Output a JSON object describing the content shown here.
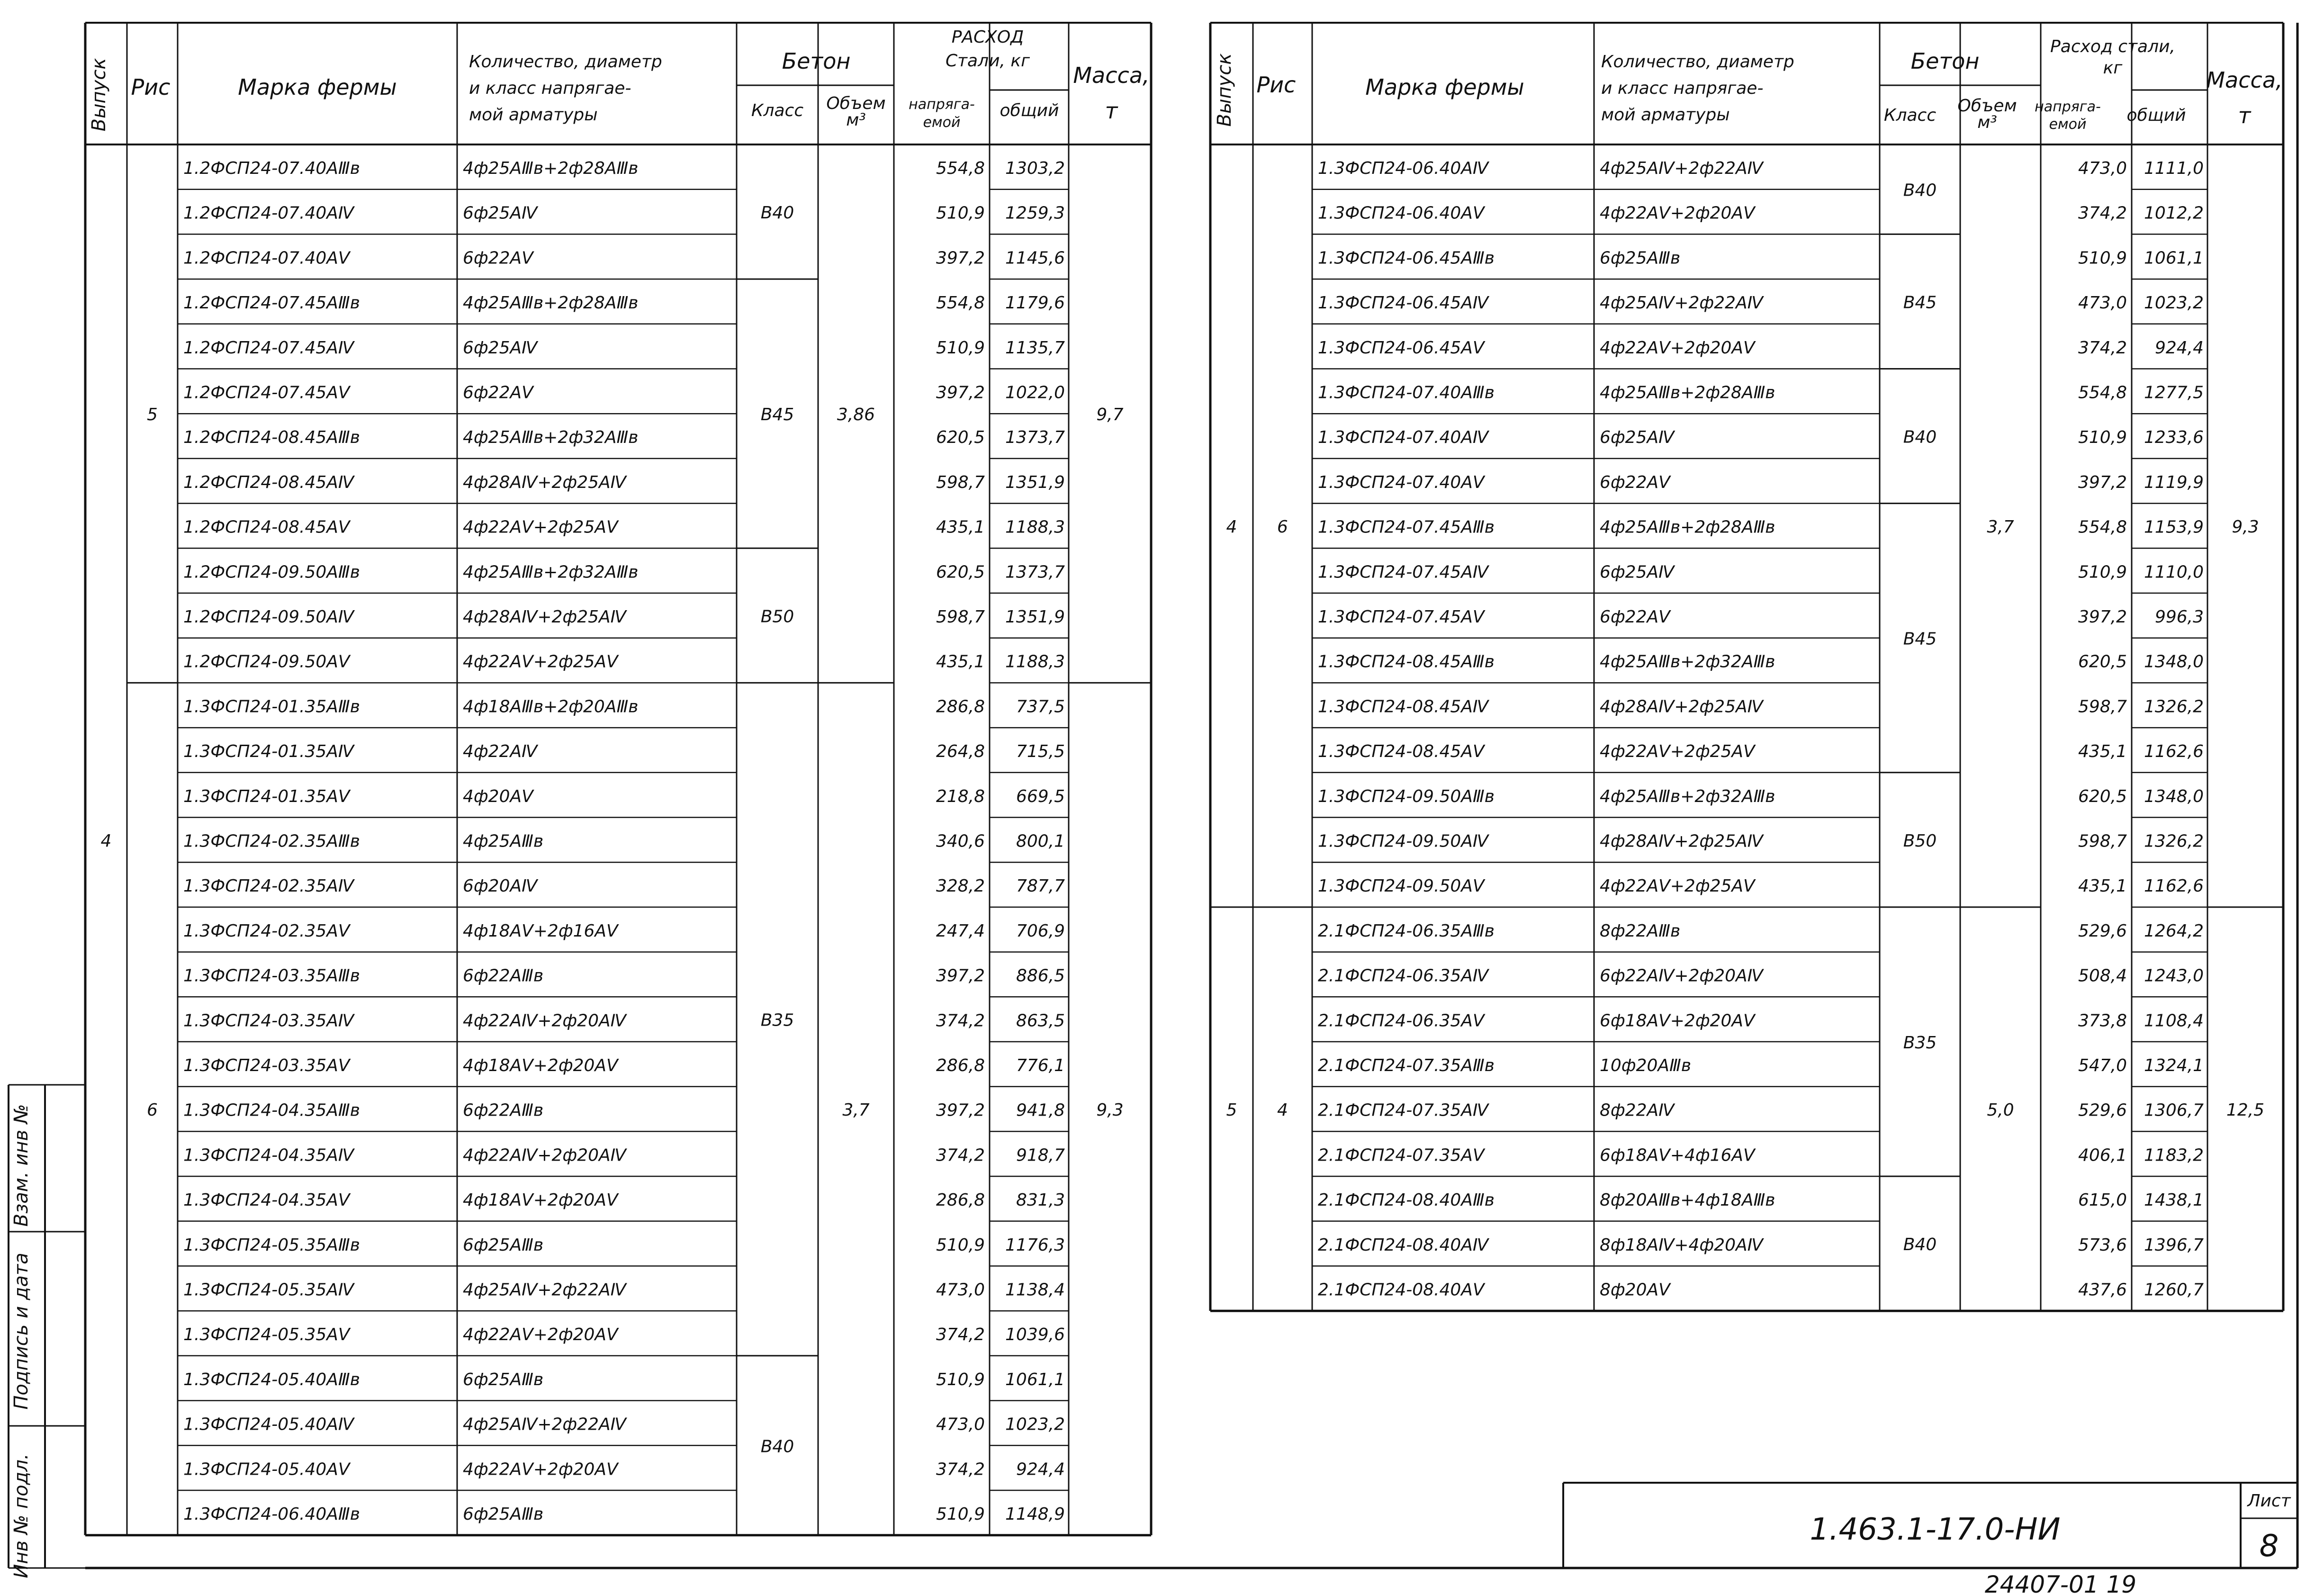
{
  "left_table": {
    "headers": {
      "release": "Выпуск",
      "fig": "Рис",
      "mark": "Марка фермы",
      "reinf": [
        "Количество, диаметр",
        "и класс напрягае-",
        "мой арматуры"
      ],
      "concrete": "Бетон",
      "concrete_class": "Класс",
      "concrete_volume": [
        "Объем",
        "м³"
      ],
      "steel": [
        "РАСХОД",
        "Стали, кг"
      ],
      "steel_prestressed": [
        "напряга-",
        "емой"
      ],
      "steel_total": "общий",
      "mass": [
        "Масса,",
        "т"
      ]
    },
    "release_value": "4",
    "groups": [
      {
        "fig": "5",
        "volume": "3,86",
        "mass": "9,7"
      },
      {
        "fig": "6",
        "volume": "3,7",
        "mass": "9,3"
      }
    ],
    "class_spans": [
      {
        "label": "В40"
      },
      {
        "label": "В45"
      },
      {
        "label": "В50"
      },
      {
        "label": "В35"
      },
      {
        "label": "В40"
      }
    ],
    "rows": [
      {
        "mark": "1.2ФСП24-07.40АⅢв",
        "reinf": "4ф25АⅢв+2ф28АⅢв",
        "pre": "554,8",
        "total": "1303,2"
      },
      {
        "mark": "1.2ФСП24-07.40АⅣ",
        "reinf": "6ф25АⅣ",
        "pre": "510,9",
        "total": "1259,3"
      },
      {
        "mark": "1.2ФСП24-07.40АⅤ",
        "reinf": "6ф22АⅤ",
        "pre": "397,2",
        "total": "1145,6"
      },
      {
        "mark": "1.2ФСП24-07.45АⅢв",
        "reinf": "4ф25АⅢв+2ф28АⅢв",
        "pre": "554,8",
        "total": "1179,6"
      },
      {
        "mark": "1.2ФСП24-07.45АⅣ",
        "reinf": "6ф25АⅣ",
        "pre": "510,9",
        "total": "1135,7"
      },
      {
        "mark": "1.2ФСП24-07.45АⅤ",
        "reinf": "6ф22АⅤ",
        "pre": "397,2",
        "total": "1022,0"
      },
      {
        "mark": "1.2ФСП24-08.45АⅢв",
        "reinf": "4ф25АⅢв+2ф32АⅢв",
        "pre": "620,5",
        "total": "1373,7"
      },
      {
        "mark": "1.2ФСП24-08.45АⅣ",
        "reinf": "4ф28АⅣ+2ф25АⅣ",
        "pre": "598,7",
        "total": "1351,9"
      },
      {
        "mark": "1.2ФСП24-08.45АⅤ",
        "reinf": "4ф22АⅤ+2ф25АⅤ",
        "pre": "435,1",
        "total": "1188,3"
      },
      {
        "mark": "1.2ФСП24-09.50АⅢв",
        "reinf": "4ф25АⅢв+2ф32АⅢв",
        "pre": "620,5",
        "total": "1373,7"
      },
      {
        "mark": "1.2ФСП24-09.50АⅣ",
        "reinf": "4ф28АⅣ+2ф25АⅣ",
        "pre": "598,7",
        "total": "1351,9"
      },
      {
        "mark": "1.2ФСП24-09.50АⅤ",
        "reinf": "4ф22АⅤ+2ф25АⅤ",
        "pre": "435,1",
        "total": "1188,3"
      },
      {
        "mark": "1.3ФСП24-01.35АⅢв",
        "reinf": "4ф18АⅢв+2ф20АⅢв",
        "pre": "286,8",
        "total": "737,5"
      },
      {
        "mark": "1.3ФСП24-01.35АⅣ",
        "reinf": "4ф22АⅣ",
        "pre": "264,8",
        "total": "715,5"
      },
      {
        "mark": "1.3ФСП24-01.35АⅤ",
        "reinf": "4ф20АⅤ",
        "pre": "218,8",
        "total": "669,5"
      },
      {
        "mark": "1.3ФСП24-02.35АⅢв",
        "reinf": "4ф25АⅢв",
        "pre": "340,6",
        "total": "800,1"
      },
      {
        "mark": "1.3ФСП24-02.35АⅣ",
        "reinf": "6ф20АⅣ",
        "pre": "328,2",
        "total": "787,7"
      },
      {
        "mark": "1.3ФСП24-02.35АⅤ",
        "reinf": "4ф18АⅤ+2ф16АⅤ",
        "pre": "247,4",
        "total": "706,9"
      },
      {
        "mark": "1.3ФСП24-03.35АⅢв",
        "reinf": "6ф22АⅢв",
        "pre": "397,2",
        "total": "886,5"
      },
      {
        "mark": "1.3ФСП24-03.35АⅣ",
        "reinf": "4ф22АⅣ+2ф20АⅣ",
        "pre": "374,2",
        "total": "863,5"
      },
      {
        "mark": "1.3ФСП24-03.35АⅤ",
        "reinf": "4ф18АⅤ+2ф20АⅤ",
        "pre": "286,8",
        "total": "776,1"
      },
      {
        "mark": "1.3ФСП24-04.35АⅢв",
        "reinf": "6ф22АⅢв",
        "pre": "397,2",
        "total": "941,8"
      },
      {
        "mark": "1.3ФСП24-04.35АⅣ",
        "reinf": "4ф22АⅣ+2ф20АⅣ",
        "pre": "374,2",
        "total": "918,7"
      },
      {
        "mark": "1.3ФСП24-04.35АⅤ",
        "reinf": "4ф18АⅤ+2ф20АⅤ",
        "pre": "286,8",
        "total": "831,3"
      },
      {
        "mark": "1.3ФСП24-05.35АⅢв",
        "reinf": "6ф25АⅢв",
        "pre": "510,9",
        "total": "1176,3"
      },
      {
        "mark": "1.3ФСП24-05.35АⅣ",
        "reinf": "4ф25АⅣ+2ф22АⅣ",
        "pre": "473,0",
        "total": "1138,4"
      },
      {
        "mark": "1.3ФСП24-05.35АⅤ",
        "reinf": "4ф22АⅤ+2ф20АⅤ",
        "pre": "374,2",
        "total": "1039,6"
      },
      {
        "mark": "1.3ФСП24-05.40АⅢв",
        "reinf": "6ф25АⅢв",
        "pre": "510,9",
        "total": "1061,1"
      },
      {
        "mark": "1.3ФСП24-05.40АⅣ",
        "reinf": "4ф25АⅣ+2ф22АⅣ",
        "pre": "473,0",
        "total": "1023,2"
      },
      {
        "mark": "1.3ФСП24-05.40АⅤ",
        "reinf": "4ф22АⅤ+2ф20АⅤ",
        "pre": "374,2",
        "total": "924,4"
      },
      {
        "mark": "1.3ФСП24-06.40АⅢв",
        "reinf": "6ф25АⅢв",
        "pre": "510,9",
        "total": "1148,9"
      }
    ]
  },
  "right_table": {
    "headers": {
      "release": "Выпуск",
      "fig": "Рис",
      "mark": "Марка фермы",
      "reinf": [
        "Количество, диаметр",
        "и класс напрягае-",
        "мой арматуры"
      ],
      "concrete": "Бетон",
      "concrete_class": "Класс",
      "concrete_volume": [
        "Объем",
        "м³"
      ],
      "steel": [
        "Расход стали,",
        "кг"
      ],
      "steel_prestressed": [
        "напряга-",
        "емой"
      ],
      "steel_total": "общий",
      "mass": [
        "Масса,",
        "т"
      ]
    },
    "groups": [
      {
        "release": "4",
        "fig": "6",
        "volume": "3,7",
        "mass": "9,3"
      },
      {
        "release": "5",
        "fig": "4",
        "volume": "5,0",
        "mass": "12,5"
      }
    ],
    "class_spans": [
      {
        "label": "В40"
      },
      {
        "label": "В45"
      },
      {
        "label": "В40"
      },
      {
        "label": "В45"
      },
      {
        "label": "В50"
      },
      {
        "label": "В35"
      },
      {
        "label": "В40"
      }
    ],
    "rows": [
      {
        "mark": "1.3ФСП24-06.40АⅣ",
        "reinf": "4ф25АⅣ+2ф22АⅣ",
        "pre": "473,0",
        "total": "1111,0"
      },
      {
        "mark": "1.3ФСП24-06.40АⅤ",
        "reinf": "4ф22АⅤ+2ф20АⅤ",
        "pre": "374,2",
        "total": "1012,2"
      },
      {
        "mark": "1.3ФСП24-06.45АⅢв",
        "reinf": "6ф25АⅢв",
        "pre": "510,9",
        "total": "1061,1"
      },
      {
        "mark": "1.3ФСП24-06.45АⅣ",
        "reinf": "4ф25АⅣ+2ф22АⅣ",
        "pre": "473,0",
        "total": "1023,2"
      },
      {
        "mark": "1.3ФСП24-06.45АⅤ",
        "reinf": "4ф22АⅤ+2ф20АⅤ",
        "pre": "374,2",
        "total": "924,4"
      },
      {
        "mark": "1.3ФСП24-07.40АⅢв",
        "reinf": "4ф25АⅢв+2ф28АⅢв",
        "pre": "554,8",
        "total": "1277,5"
      },
      {
        "mark": "1.3ФСП24-07.40АⅣ",
        "reinf": "6ф25АⅣ",
        "pre": "510,9",
        "total": "1233,6"
      },
      {
        "mark": "1.3ФСП24-07.40АⅤ",
        "reinf": "6ф22АⅤ",
        "pre": "397,2",
        "total": "1119,9"
      },
      {
        "mark": "1.3ФСП24-07.45АⅢв",
        "reinf": "4ф25АⅢв+2ф28АⅢв",
        "pre": "554,8",
        "total": "1153,9"
      },
      {
        "mark": "1.3ФСП24-07.45АⅣ",
        "reinf": "6ф25АⅣ",
        "pre": "510,9",
        "total": "1110,0"
      },
      {
        "mark": "1.3ФСП24-07.45АⅤ",
        "reinf": "6ф22АⅤ",
        "pre": "397,2",
        "total": "996,3"
      },
      {
        "mark": "1.3ФСП24-08.45АⅢв",
        "reinf": "4ф25АⅢв+2ф32АⅢв",
        "pre": "620,5",
        "total": "1348,0"
      },
      {
        "mark": "1.3ФСП24-08.45АⅣ",
        "reinf": "4ф28АⅣ+2ф25АⅣ",
        "pre": "598,7",
        "total": "1326,2"
      },
      {
        "mark": "1.3ФСП24-08.45АⅤ",
        "reinf": "4ф22АⅤ+2ф25АⅤ",
        "pre": "435,1",
        "total": "1162,6"
      },
      {
        "mark": "1.3ФСП24-09.50АⅢв",
        "reinf": "4ф25АⅢв+2ф32АⅢв",
        "pre": "620,5",
        "total": "1348,0"
      },
      {
        "mark": "1.3ФСП24-09.50АⅣ",
        "reinf": "4ф28АⅣ+2ф25АⅣ",
        "pre": "598,7",
        "total": "1326,2"
      },
      {
        "mark": "1.3ФСП24-09.50АⅤ",
        "reinf": "4ф22АⅤ+2ф25АⅤ",
        "pre": "435,1",
        "total": "1162,6"
      },
      {
        "mark": "2.1ФСП24-06.35АⅢв",
        "reinf": "8ф22АⅢв",
        "pre": "529,6",
        "total": "1264,2"
      },
      {
        "mark": "2.1ФСП24-06.35АⅣ",
        "reinf": "6ф22АⅣ+2ф20АⅣ",
        "pre": "508,4",
        "total": "1243,0"
      },
      {
        "mark": "2.1ФСП24-06.35АⅤ",
        "reinf": "6ф18АⅤ+2ф20АⅤ",
        "pre": "373,8",
        "total": "1108,4"
      },
      {
        "mark": "2.1ФСП24-07.35АⅢв",
        "reinf": "10ф20АⅢв",
        "pre": "547,0",
        "total": "1324,1"
      },
      {
        "mark": "2.1ФСП24-07.35АⅣ",
        "reinf": "8ф22АⅣ",
        "pre": "529,6",
        "total": "1306,7"
      },
      {
        "mark": "2.1ФСП24-07.35АⅤ",
        "reinf": "6ф18АⅤ+4ф16АⅤ",
        "pre": "406,1",
        "total": "1183,2"
      },
      {
        "mark": "2.1ФСП24-08.40АⅢв",
        "reinf": "8ф20АⅢв+4ф18АⅢв",
        "pre": "615,0",
        "total": "1438,1"
      },
      {
        "mark": "2.1ФСП24-08.40АⅣ",
        "reinf": "8ф18АⅣ+4ф20АⅣ",
        "pre": "573,6",
        "total": "1396,7"
      },
      {
        "mark": "2.1ФСП24-08.40АⅤ",
        "reinf": "8ф20АⅤ",
        "pre": "437,6",
        "total": "1260,7"
      }
    ]
  },
  "side_stamp": [
    "Инв № подл.",
    "Подпись и дата",
    "Взам. инв №"
  ],
  "title_block": {
    "code": "1.463.1-17.0-НИ",
    "sheet_label": "Лист",
    "sheet_number": "8"
  },
  "footer": "24407-01   19"
}
